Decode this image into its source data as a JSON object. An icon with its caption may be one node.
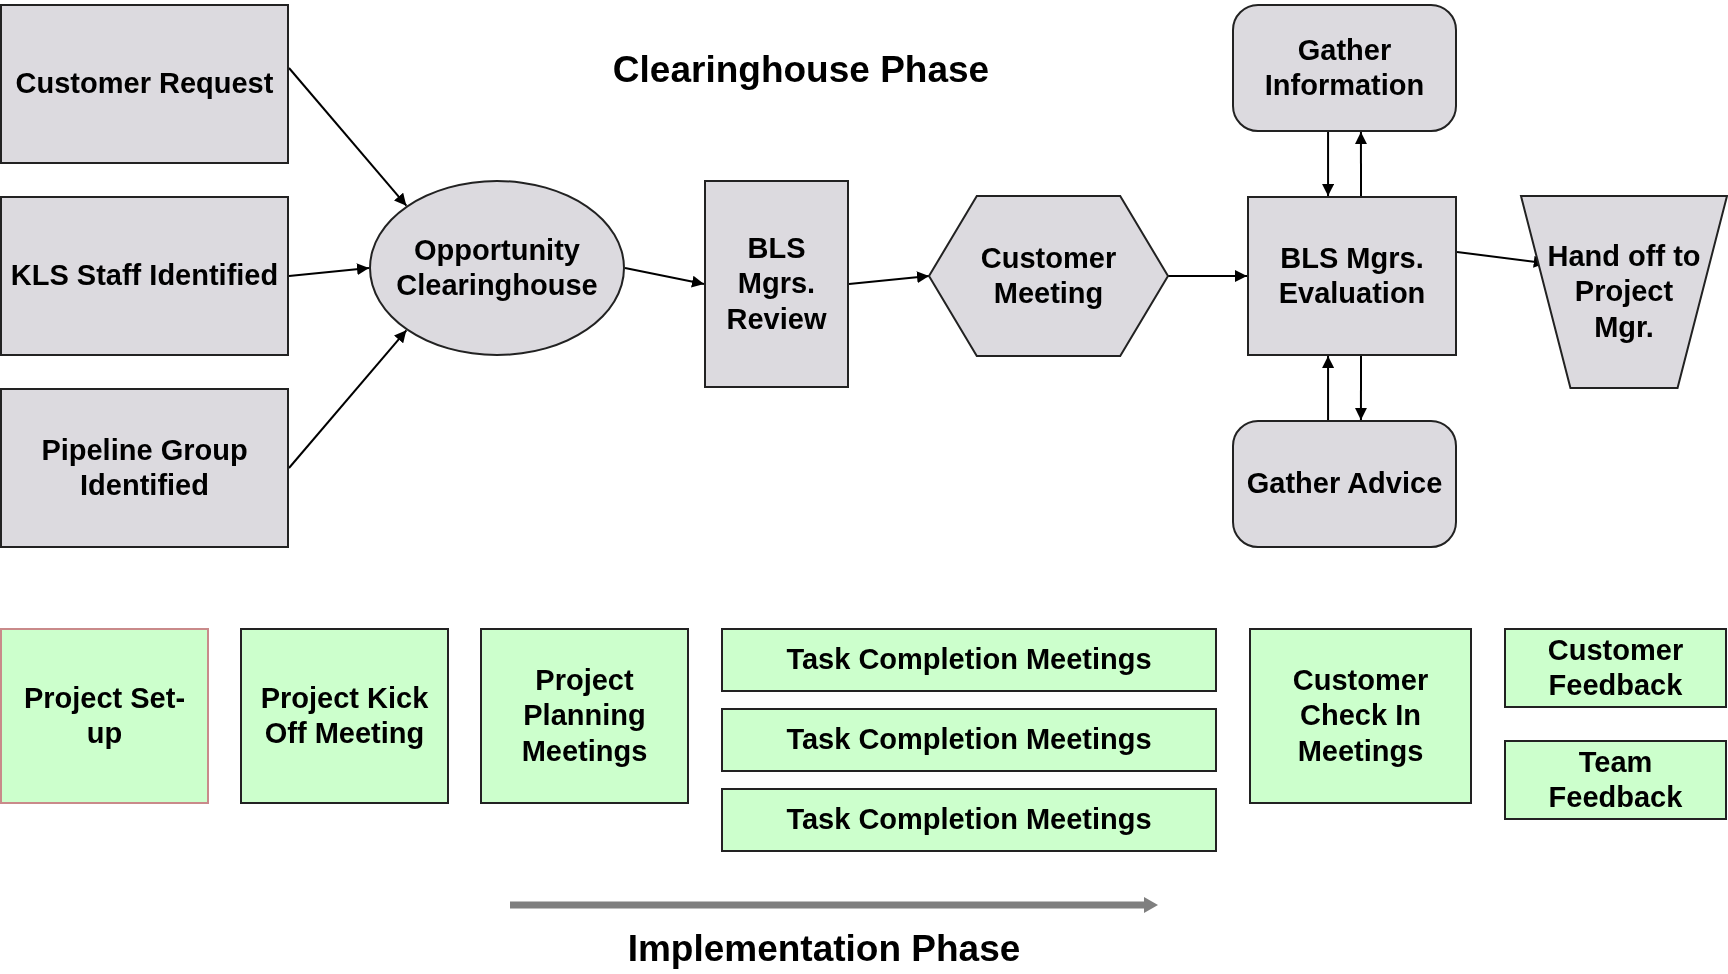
{
  "diagram": {
    "title": "Clearinghouse Phase",
    "nodes": [
      {
        "text": [
          "Customer Request"
        ]
      },
      {
        "text": [
          "KLS Staff Identified"
        ]
      },
      {
        "text": [
          "Pipeline Group Identified"
        ]
      },
      {
        "text": [
          "Opportunity Clearinghouse"
        ]
      },
      {
        "text": [
          "BLS Mgrs. Review"
        ]
      },
      {
        "text": [
          "Customer Meeting"
        ]
      },
      {
        "text": [
          "Gather Information"
        ]
      },
      {
        "text": [
          "BLS Mgrs. Evaluation"
        ]
      },
      {
        "text": [
          "Gather Advice"
        ]
      },
      {
        "text": [
          "Hand off to Project Mgr."
        ]
      },
      {
        "text": [
          "Project Set-up"
        ]
      },
      {
        "text": [
          "Project Kick Off Meeting"
        ]
      },
      {
        "text": [
          "Project Planning Meetings"
        ]
      },
      {
        "text": [
          "Task Completion Meetings"
        ]
      },
      {
        "text": [
          "Task Completion Meetings"
        ]
      },
      {
        "text": [
          "Task Completion Meetings"
        ]
      },
      {
        "text": [
          "Customer Check In Meetings"
        ]
      },
      {
        "text": [
          "Customer Feedback"
        ]
      },
      {
        "text": [
          "Team Feedback"
        ]
      }
    ],
    "edges": [
      {
        "from": 0,
        "to": 3,
        "arrow": "to"
      },
      {
        "from": 1,
        "to": 3,
        "arrow": "to"
      },
      {
        "from": 2,
        "to": 3,
        "arrow": "to"
      },
      {
        "from": 3,
        "to": 4,
        "arrow": "to"
      },
      {
        "from": 4,
        "to": 5,
        "arrow": "to"
      },
      {
        "from": 5,
        "to": 7,
        "arrow": "to"
      },
      {
        "from": 6,
        "to": 7,
        "arrow": "to"
      },
      {
        "from": 7,
        "to": 6,
        "arrow": "to"
      },
      {
        "from": 8,
        "to": 7,
        "arrow": "to"
      },
      {
        "from": 7,
        "to": 8,
        "arrow": "to"
      },
      {
        "from": 7,
        "to": 9,
        "arrow": "to"
      }
    ],
    "labels": [
      "Implementation Phase"
    ]
  }
}
